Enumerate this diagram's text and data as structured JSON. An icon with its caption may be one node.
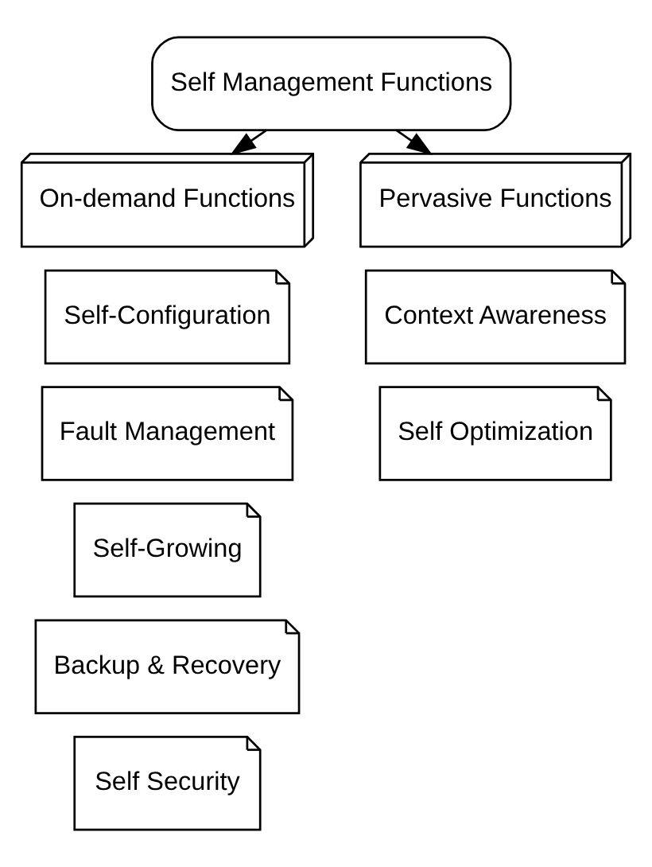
{
  "diagram": {
    "nodes": [
      {
        "text": [
          "Self Management Functions"
        ]
      },
      {
        "text": [
          "On-demand Functions"
        ]
      },
      {
        "text": [
          "Self-Configuration"
        ]
      },
      {
        "text": [
          "Fault Management"
        ]
      },
      {
        "text": [
          "Self-Growing"
        ]
      },
      {
        "text": [
          "Backup & Recovery"
        ]
      },
      {
        "text": [
          "Self Security"
        ]
      },
      {
        "text": [
          "Pervasive Functions"
        ]
      },
      {
        "text": [
          "Context Awareness"
        ]
      },
      {
        "text": [
          "Self Optimization"
        ]
      }
    ],
    "edges": [
      {
        "from": 0,
        "to": 1,
        "arrow": "to"
      },
      {
        "from": 0,
        "to": 7,
        "arrow": "to"
      }
    ]
  }
}
